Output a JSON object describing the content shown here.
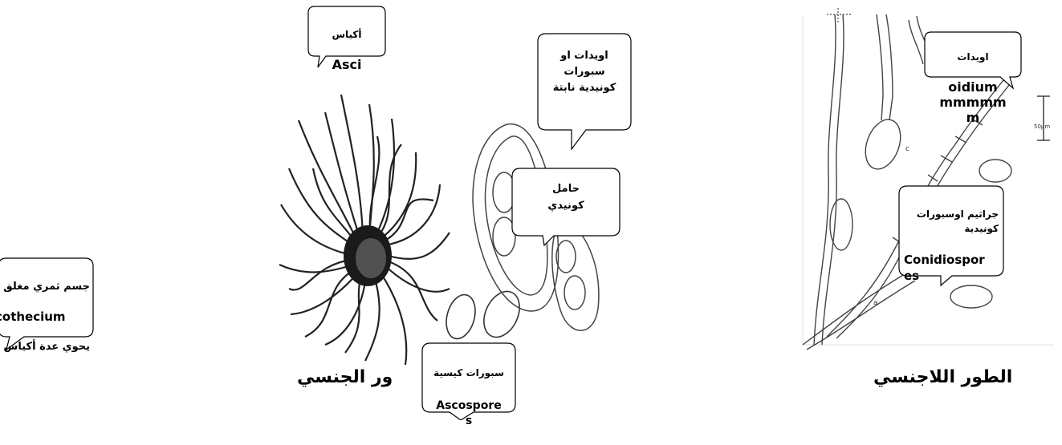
{
  "captions": {
    "sexual_stage": "ور الجنسي",
    "asexual_stage": "الطور اللاجنسي"
  },
  "callouts": {
    "asci": {
      "ar": "أكياس",
      "en": "Asci"
    },
    "oidia_conidia": {
      "ar": "اويدات او\nسبورات\nكونيدية نابتة"
    },
    "conidiophore": {
      "ar": "حامل\nكونيدي"
    },
    "ascospores": {
      "ar": "سبورات كيسية",
      "en": "Ascospore\ns"
    },
    "cleistothecium": {
      "ar1": "جسم ثمري مغلق",
      "en": "cothecium",
      "ar2": "يحوي عدة أكياس"
    },
    "oidium": {
      "ar": "اويدات",
      "en": "oidium\nmmmmm\nm"
    },
    "conidiospores": {
      "ar": "جراثيم اوسبورات\nكونيدية",
      "en": "Conidiospor\nes"
    }
  },
  "figure_labels": {
    "scale": "50µm",
    "label_c": "c",
    "label_a": "a"
  }
}
